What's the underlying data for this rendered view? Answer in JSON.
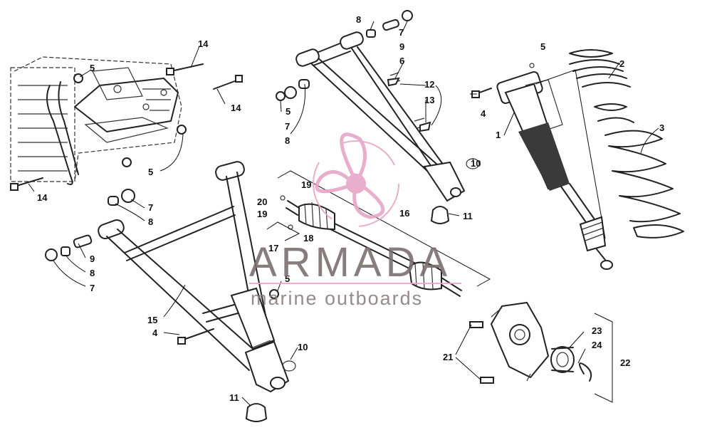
{
  "watermark": {
    "brand": "ARMADA",
    "tagline": "marine outboards",
    "color": "#e6a6c6"
  },
  "callouts": [
    {
      "id": "c1",
      "text": "1"
    },
    {
      "id": "c2",
      "text": "2"
    },
    {
      "id": "c3",
      "text": "3"
    },
    {
      "id": "c4a",
      "text": "4"
    },
    {
      "id": "c4b",
      "text": "4"
    },
    {
      "id": "c5a",
      "text": "5"
    },
    {
      "id": "c5b",
      "text": "5"
    },
    {
      "id": "c5c",
      "text": "5"
    },
    {
      "id": "c5d",
      "text": "5"
    },
    {
      "id": "c5e",
      "text": "5"
    },
    {
      "id": "c6",
      "text": "6"
    },
    {
      "id": "c7a",
      "text": "7"
    },
    {
      "id": "c7b",
      "text": "7"
    },
    {
      "id": "c7c",
      "text": "7"
    },
    {
      "id": "c7d",
      "text": "7"
    },
    {
      "id": "c8a",
      "text": "8"
    },
    {
      "id": "c8b",
      "text": "8"
    },
    {
      "id": "c8c",
      "text": "8"
    },
    {
      "id": "c8d",
      "text": "8"
    },
    {
      "id": "c9a",
      "text": "9"
    },
    {
      "id": "c9b",
      "text": "9"
    },
    {
      "id": "c10a",
      "text": "10"
    },
    {
      "id": "c10b",
      "text": "10"
    },
    {
      "id": "c11a",
      "text": "11"
    },
    {
      "id": "c11b",
      "text": "11"
    },
    {
      "id": "c12",
      "text": "12"
    },
    {
      "id": "c13",
      "text": "13"
    },
    {
      "id": "c14a",
      "text": "14"
    },
    {
      "id": "c14b",
      "text": "14"
    },
    {
      "id": "c14c",
      "text": "14"
    },
    {
      "id": "c15",
      "text": "15"
    },
    {
      "id": "c16",
      "text": "16"
    },
    {
      "id": "c17",
      "text": "17"
    },
    {
      "id": "c18",
      "text": "18"
    },
    {
      "id": "c19a",
      "text": "19"
    },
    {
      "id": "c19b",
      "text": "19"
    },
    {
      "id": "c20",
      "text": "20"
    },
    {
      "id": "c21",
      "text": "21"
    },
    {
      "id": "c22",
      "text": "22"
    },
    {
      "id": "c23",
      "text": "23"
    },
    {
      "id": "c24",
      "text": "24"
    }
  ]
}
